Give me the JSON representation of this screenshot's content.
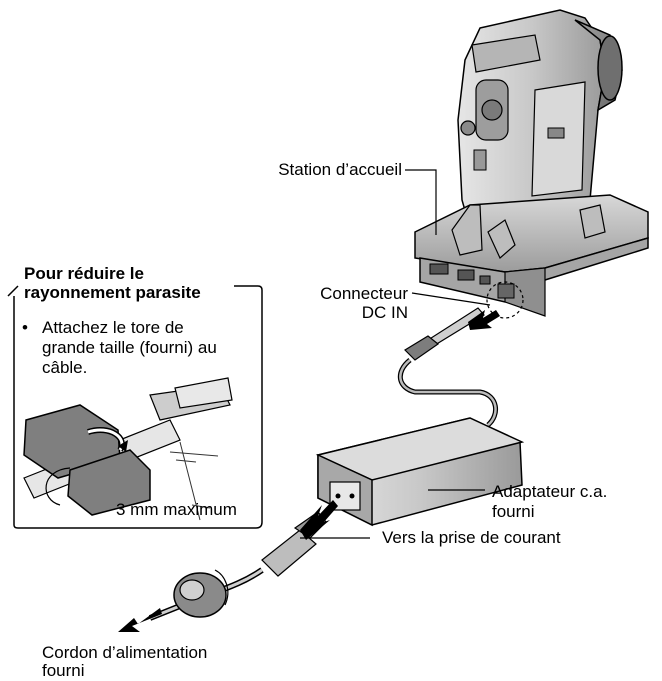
{
  "labels": {
    "docking_station": "Station d’accueil",
    "dc_in_line1": "Connecteur",
    "dc_in_line2": "DC IN",
    "adapter_line1": "Adaptateur c.a.",
    "adapter_line2": "fourni",
    "to_outlet": "Vers la prise de courant",
    "power_cord_line1": "Cordon d’alimentation",
    "power_cord_line2": "fourni"
  },
  "inset": {
    "title_line1": "Pour réduire le",
    "title_line2": "rayonnement parasite",
    "bullet_symbol": "•",
    "bullet_line1": "Attachez le tore de",
    "bullet_line2": "grande taille (fourni) au",
    "bullet_line3": "câble.",
    "measure": "3 mm maximum"
  },
  "colors": {
    "body_fill": "#c8c8c8",
    "body_dark": "#8a8a8a",
    "line": "#000000",
    "dim_line": "#333333"
  }
}
